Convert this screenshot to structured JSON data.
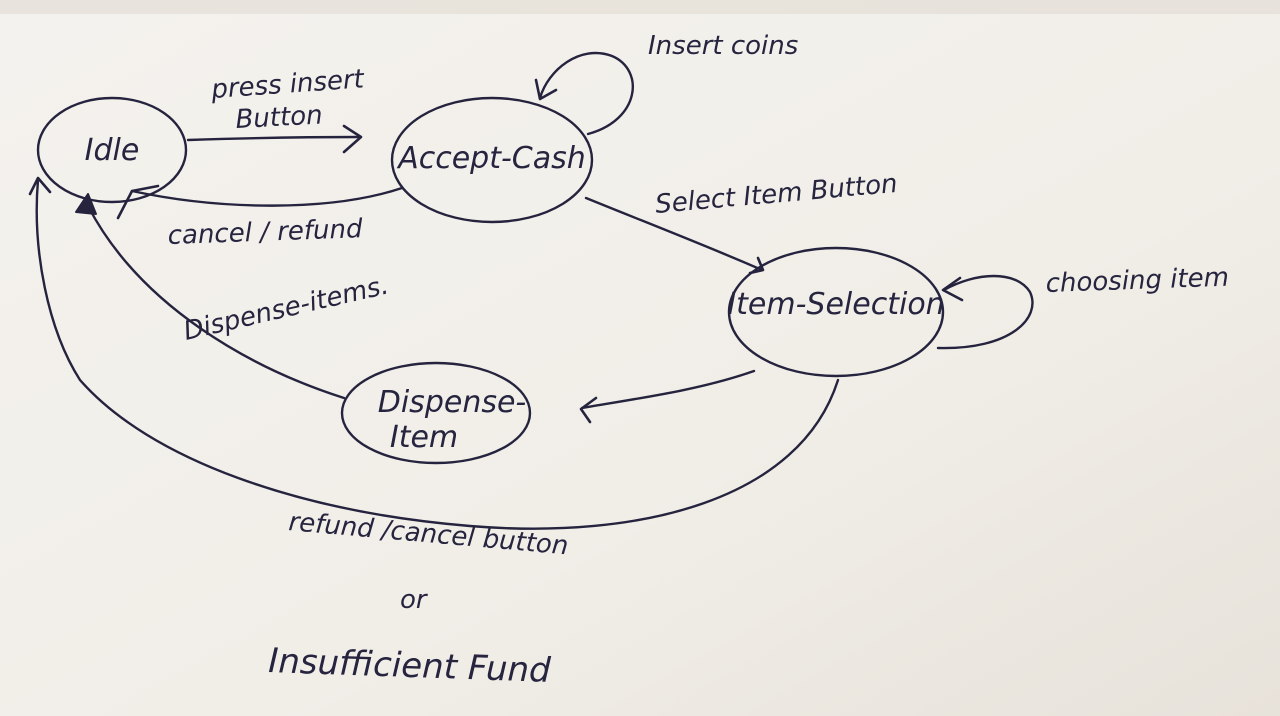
{
  "diagram": {
    "states": {
      "idle": "Idle",
      "accept_cash": "Accept-Cash",
      "item_selection": "Item-Selection",
      "dispense_item_line1": "Dispense-",
      "dispense_item_line2": "Item"
    },
    "transitions": {
      "press_insert_line1": "press insert",
      "press_insert_line2": "Button",
      "insert_coins": "Insert coins",
      "select_item": "Select Item Button",
      "choosing_item": "choosing item",
      "cancel_refund": "cancel / refund",
      "dispense_items": "Dispense-items.",
      "refund_cancel_line1": "refund /cancel button",
      "refund_cancel_line2": "or",
      "refund_cancel_line3": "Insufficient Fund"
    },
    "colors": {
      "paper": "#f3f0ea",
      "ink": "#25233d"
    }
  }
}
